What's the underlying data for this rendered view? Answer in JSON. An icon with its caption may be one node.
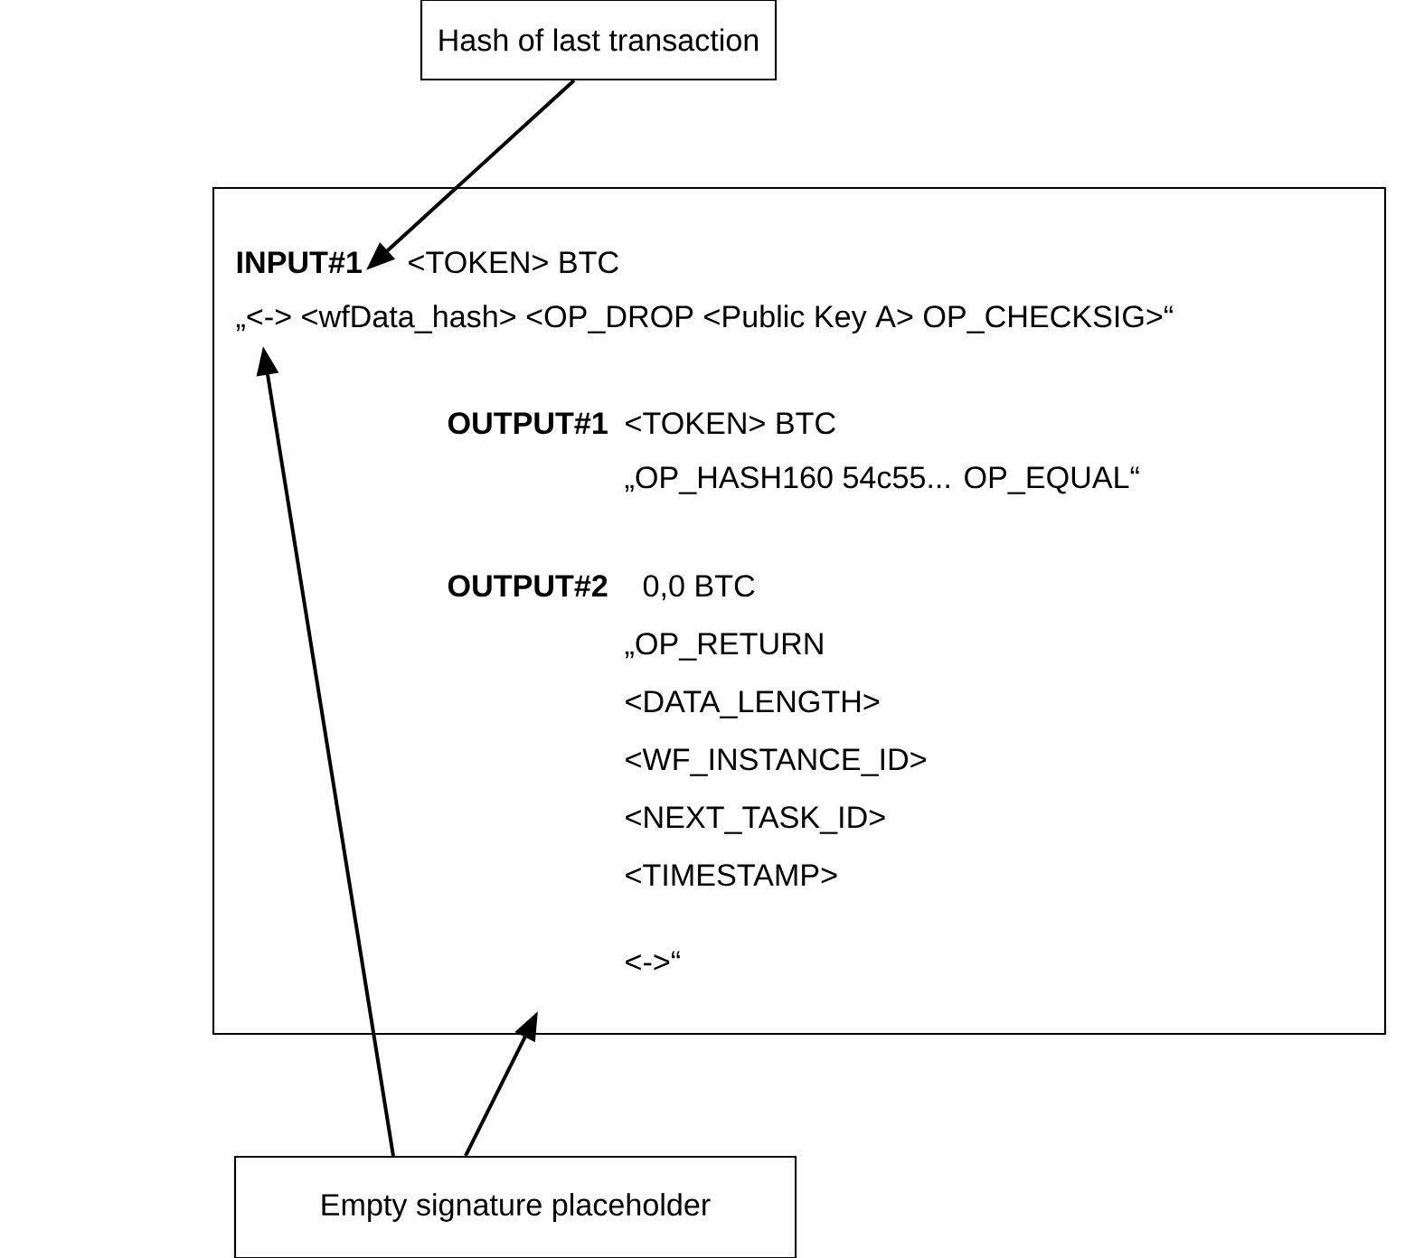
{
  "diagram": {
    "nodes": [
      {
        "text": [
          "Hash of last transaction"
        ]
      },
      {
        "text": [
          "INPUT#1",
          "<TOKEN> BTC",
          "„<-> <wfData_hash> <OP_DROP <Public Key A> OP_CHECKSIG>“",
          "OUTPUT#1",
          "<TOKEN> BTC",
          "„OP_HASH160 54c55... OP_EQUAL“",
          "OUTPUT#2",
          "0,0 BTC",
          "„OP_RETURN",
          "<DATA_LENGTH>",
          "<WF_INSTANCE_ID>",
          "<NEXT_TASK_ID>",
          "<TIMESTAMP>",
          "<->“"
        ]
      },
      {
        "text": [
          "Empty signature placeholder"
        ]
      }
    ],
    "edges": [
      {
        "from": 0,
        "to": 1,
        "arrow": "to"
      },
      {
        "from": 2,
        "to": 1,
        "arrow": "to"
      },
      {
        "from": 2,
        "to": 1,
        "arrow": "to"
      }
    ]
  }
}
